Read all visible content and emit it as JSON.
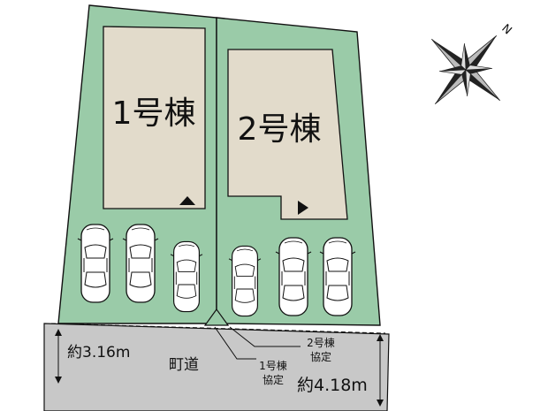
{
  "lots": [
    {
      "house_label": "1号棟"
    },
    {
      "house_label": "2号棟"
    }
  ],
  "road": {
    "name": "町道",
    "width_left": "約3.16m",
    "width_right": "約4.18m"
  },
  "agreements": {
    "lot1": "1号棟\n協定",
    "lot2": "2号棟\n協定"
  },
  "compass": {
    "north_label": "N"
  },
  "colors": {
    "lot_fill": "#9acba8",
    "house_fill": "#e2dbcb",
    "road_fill": "#c8c8c8",
    "outline": "#111111"
  }
}
